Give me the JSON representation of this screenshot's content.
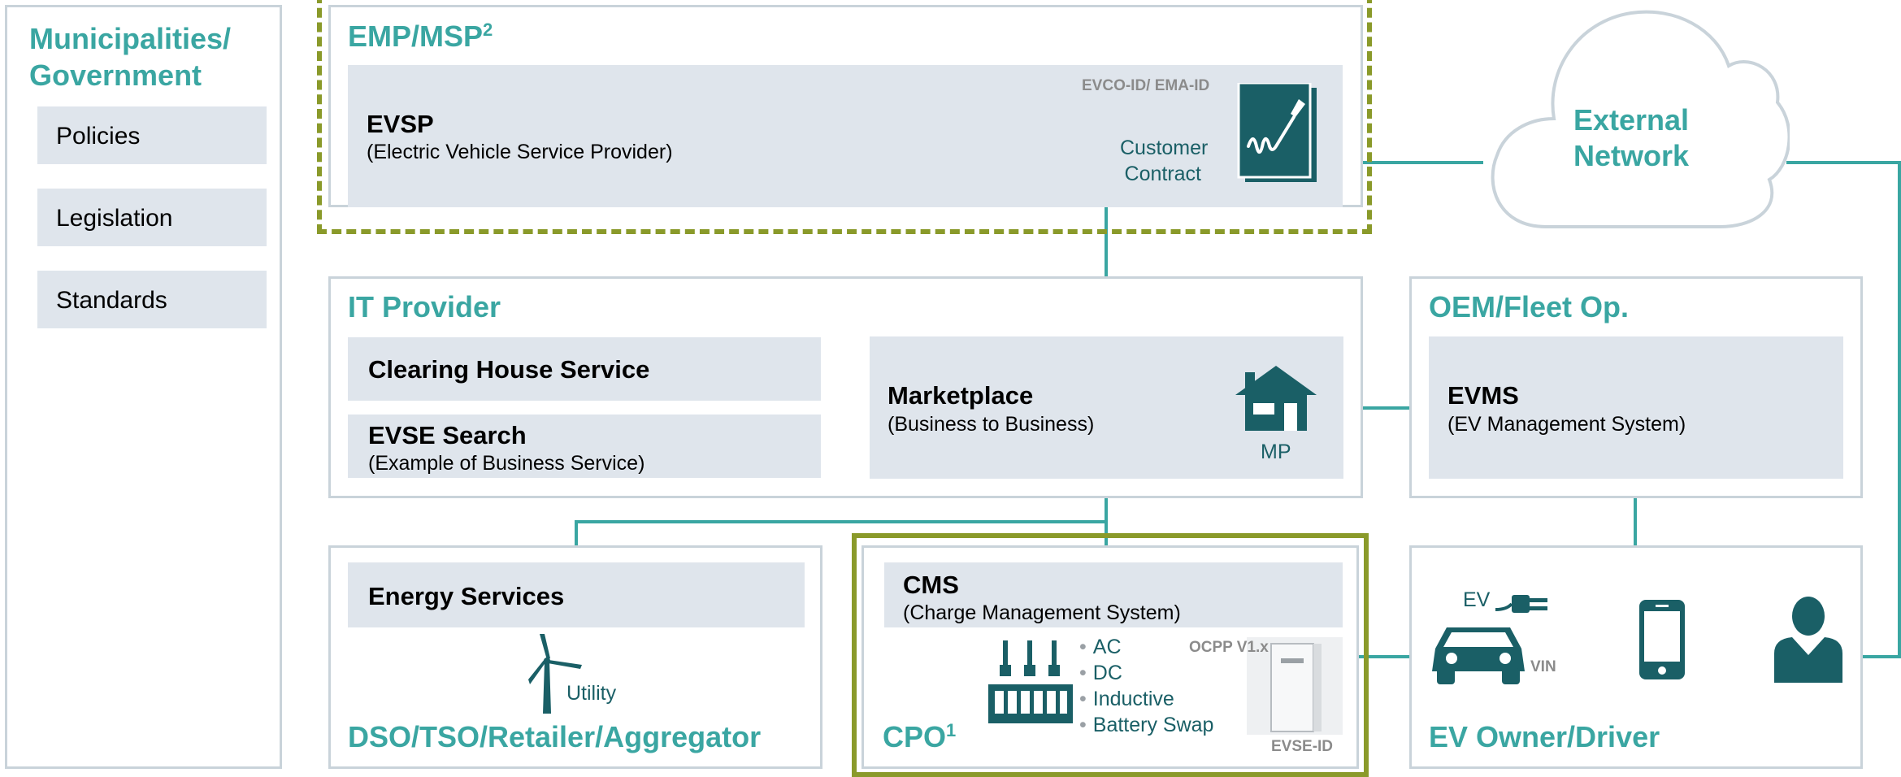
{
  "municipalities": {
    "title_line1": "Municipalities/",
    "title_line2": "Government",
    "items": [
      "Policies",
      "Legislation",
      "Standards"
    ]
  },
  "emp": {
    "title": "EMP/MSP",
    "title_sup": "2",
    "box_title": "EVSP",
    "box_sub": "(Electric Vehicle Service Provider)",
    "id_label": "EVCO-ID/ EMA-ID",
    "contract_line1": "Customer",
    "contract_line2": "Contract"
  },
  "cloud": {
    "line1": "External",
    "line2": "Network"
  },
  "it_provider": {
    "title": "IT Provider",
    "clearing": "Clearing House Service",
    "evse_search": "EVSE Search",
    "evse_search_sub": "(Example of Business Service)",
    "marketplace": "Marketplace",
    "marketplace_sub": "(Business to Business)",
    "mp_label": "MP"
  },
  "oem": {
    "title": "OEM/Fleet Op.",
    "box_title": "EVMS",
    "box_sub": "(EV Management System)"
  },
  "dso": {
    "title": "DSO/TSO/Retailer/Aggregator",
    "box_title": "Energy Services",
    "utility_label": "Utility"
  },
  "cpo": {
    "title": "CPO",
    "title_sup": "1",
    "box_title": "CMS",
    "box_sub": "(Charge Management System)",
    "bullets": [
      "AC",
      "DC",
      "Inductive",
      "Battery Swap"
    ],
    "ocpp_label": "OCPP V1.x",
    "evse_id_label": "EVSE-ID"
  },
  "ev_owner": {
    "title": "EV Owner/Driver",
    "ev_label": "EV",
    "vin_label": "VIN"
  },
  "colors": {
    "teal": "#3aa6a2",
    "dark_teal": "#1a5f66",
    "panel": "#dfe5ec",
    "border": "#c9d3da",
    "emp_dash": "#8a9a2a",
    "cpo_border": "#8a9a2a"
  }
}
